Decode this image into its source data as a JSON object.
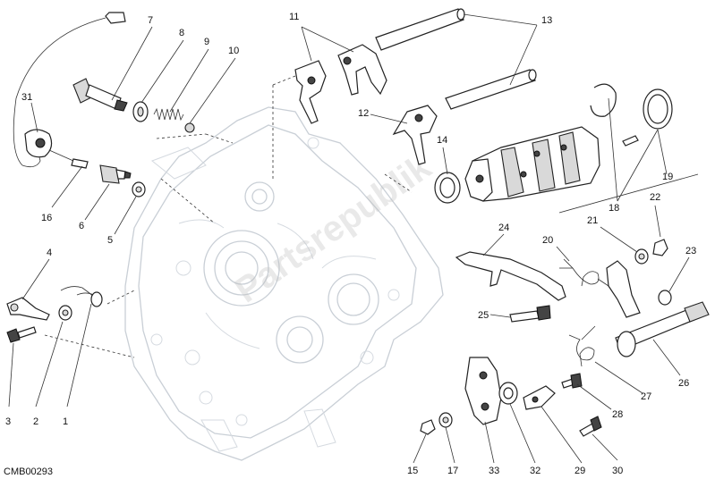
{
  "diagram": {
    "drawing_code": "CMB00293",
    "watermark": "Partsrepublik",
    "callouts": {
      "c1": "1",
      "c2": "2",
      "c3": "3",
      "c4": "4",
      "c5": "5",
      "c6": "6",
      "c7": "7",
      "c8": "8",
      "c9": "9",
      "c10": "10",
      "c11": "11",
      "c12": "12",
      "c13": "13",
      "c14": "14",
      "c15": "15",
      "c16": "16",
      "c17": "17",
      "c18": "18",
      "c19": "19",
      "c20": "20",
      "c21": "21",
      "c22": "22",
      "c23": "23",
      "c24": "24",
      "c25": "25",
      "c26": "26",
      "c27": "27",
      "c28": "28",
      "c29": "29",
      "c30": "30",
      "c31": "31",
      "c32": "32",
      "c33": "33"
    }
  }
}
